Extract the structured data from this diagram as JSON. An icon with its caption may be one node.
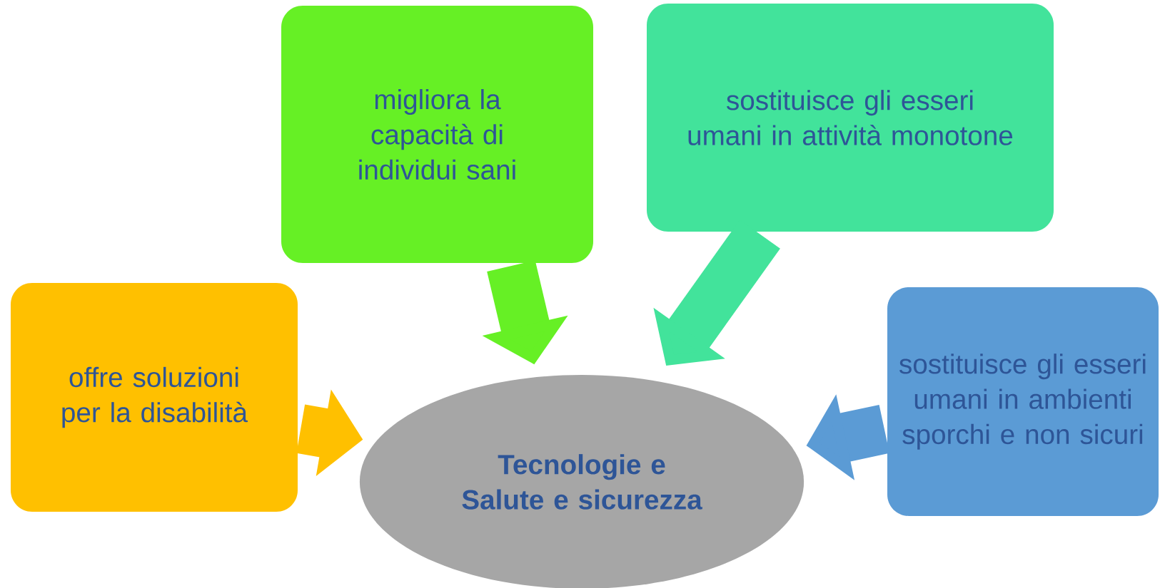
{
  "diagram": {
    "nodes": [
      {
        "text": [
          "migliora la capacità di individui sani"
        ]
      },
      {
        "text": [
          "sostituisce gli esseri umani in attività monotone"
        ]
      },
      {
        "text": [
          "offre soluzioni per la disabilità"
        ]
      },
      {
        "text": [
          "sostituisce gli esseri umani in ambienti sporchi e non sicuri"
        ]
      },
      {
        "text": [
          "Tecnologie e Salute e sicurezza"
        ]
      }
    ],
    "edges": [
      {
        "from": 0,
        "to": 4,
        "arrow": "to",
        "color": "#66f025"
      },
      {
        "from": 1,
        "to": 4,
        "arrow": "to",
        "color": "#42e39b"
      },
      {
        "from": 2,
        "to": 4,
        "arrow": "to",
        "color": "#ffc000"
      },
      {
        "from": 3,
        "to": 4,
        "arrow": "to",
        "color": "#5b9bd5"
      }
    ]
  }
}
